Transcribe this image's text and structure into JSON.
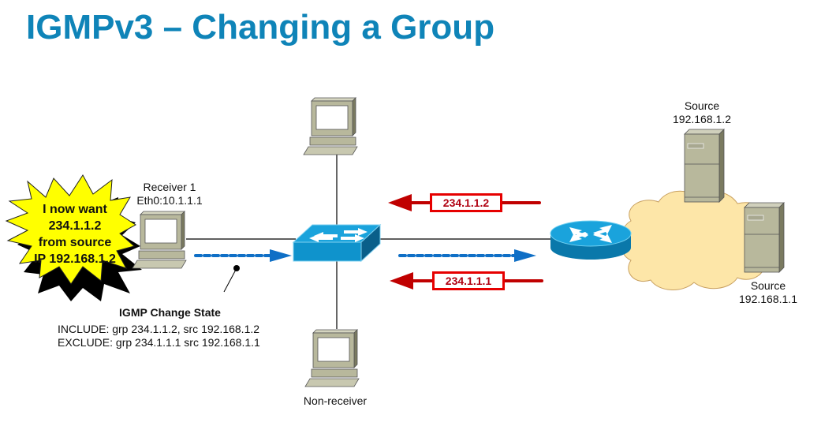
{
  "title": "IGMPv3 – Changing a Group",
  "burst": {
    "lines": [
      "I now want",
      "234.1.1.2",
      "from source",
      "IP 192.168.1.2"
    ],
    "fill_color": "#ffff00",
    "shadow_color": "#000000"
  },
  "receiver": {
    "name": "Receiver 1",
    "interface": "Eth0:10.1.1.1"
  },
  "non_receiver": {
    "name": "Non-receiver"
  },
  "change_state": {
    "heading": "IGMP Change State",
    "lines": [
      "INCLUDE: grp 234.1.1.2, src 192.168.1.2",
      "EXCLUDE: grp 234.1.1.1 src 192.168.1.1"
    ]
  },
  "flows": {
    "upper_group": "234.1.1.2",
    "lower_group": "234.1.1.1",
    "arrow_color": "#c00000",
    "report_color": "#0f6fc6"
  },
  "sources": [
    {
      "label": "Source",
      "ip": "192.168.1.2"
    },
    {
      "label": "Source",
      "ip": "192.168.1.1"
    }
  ],
  "colors": {
    "title": "#0f84b8",
    "switch": "#1aa3dc",
    "router": "#1aa3dc",
    "cloud": "#fde6a8",
    "pc": "#b8b89c"
  }
}
